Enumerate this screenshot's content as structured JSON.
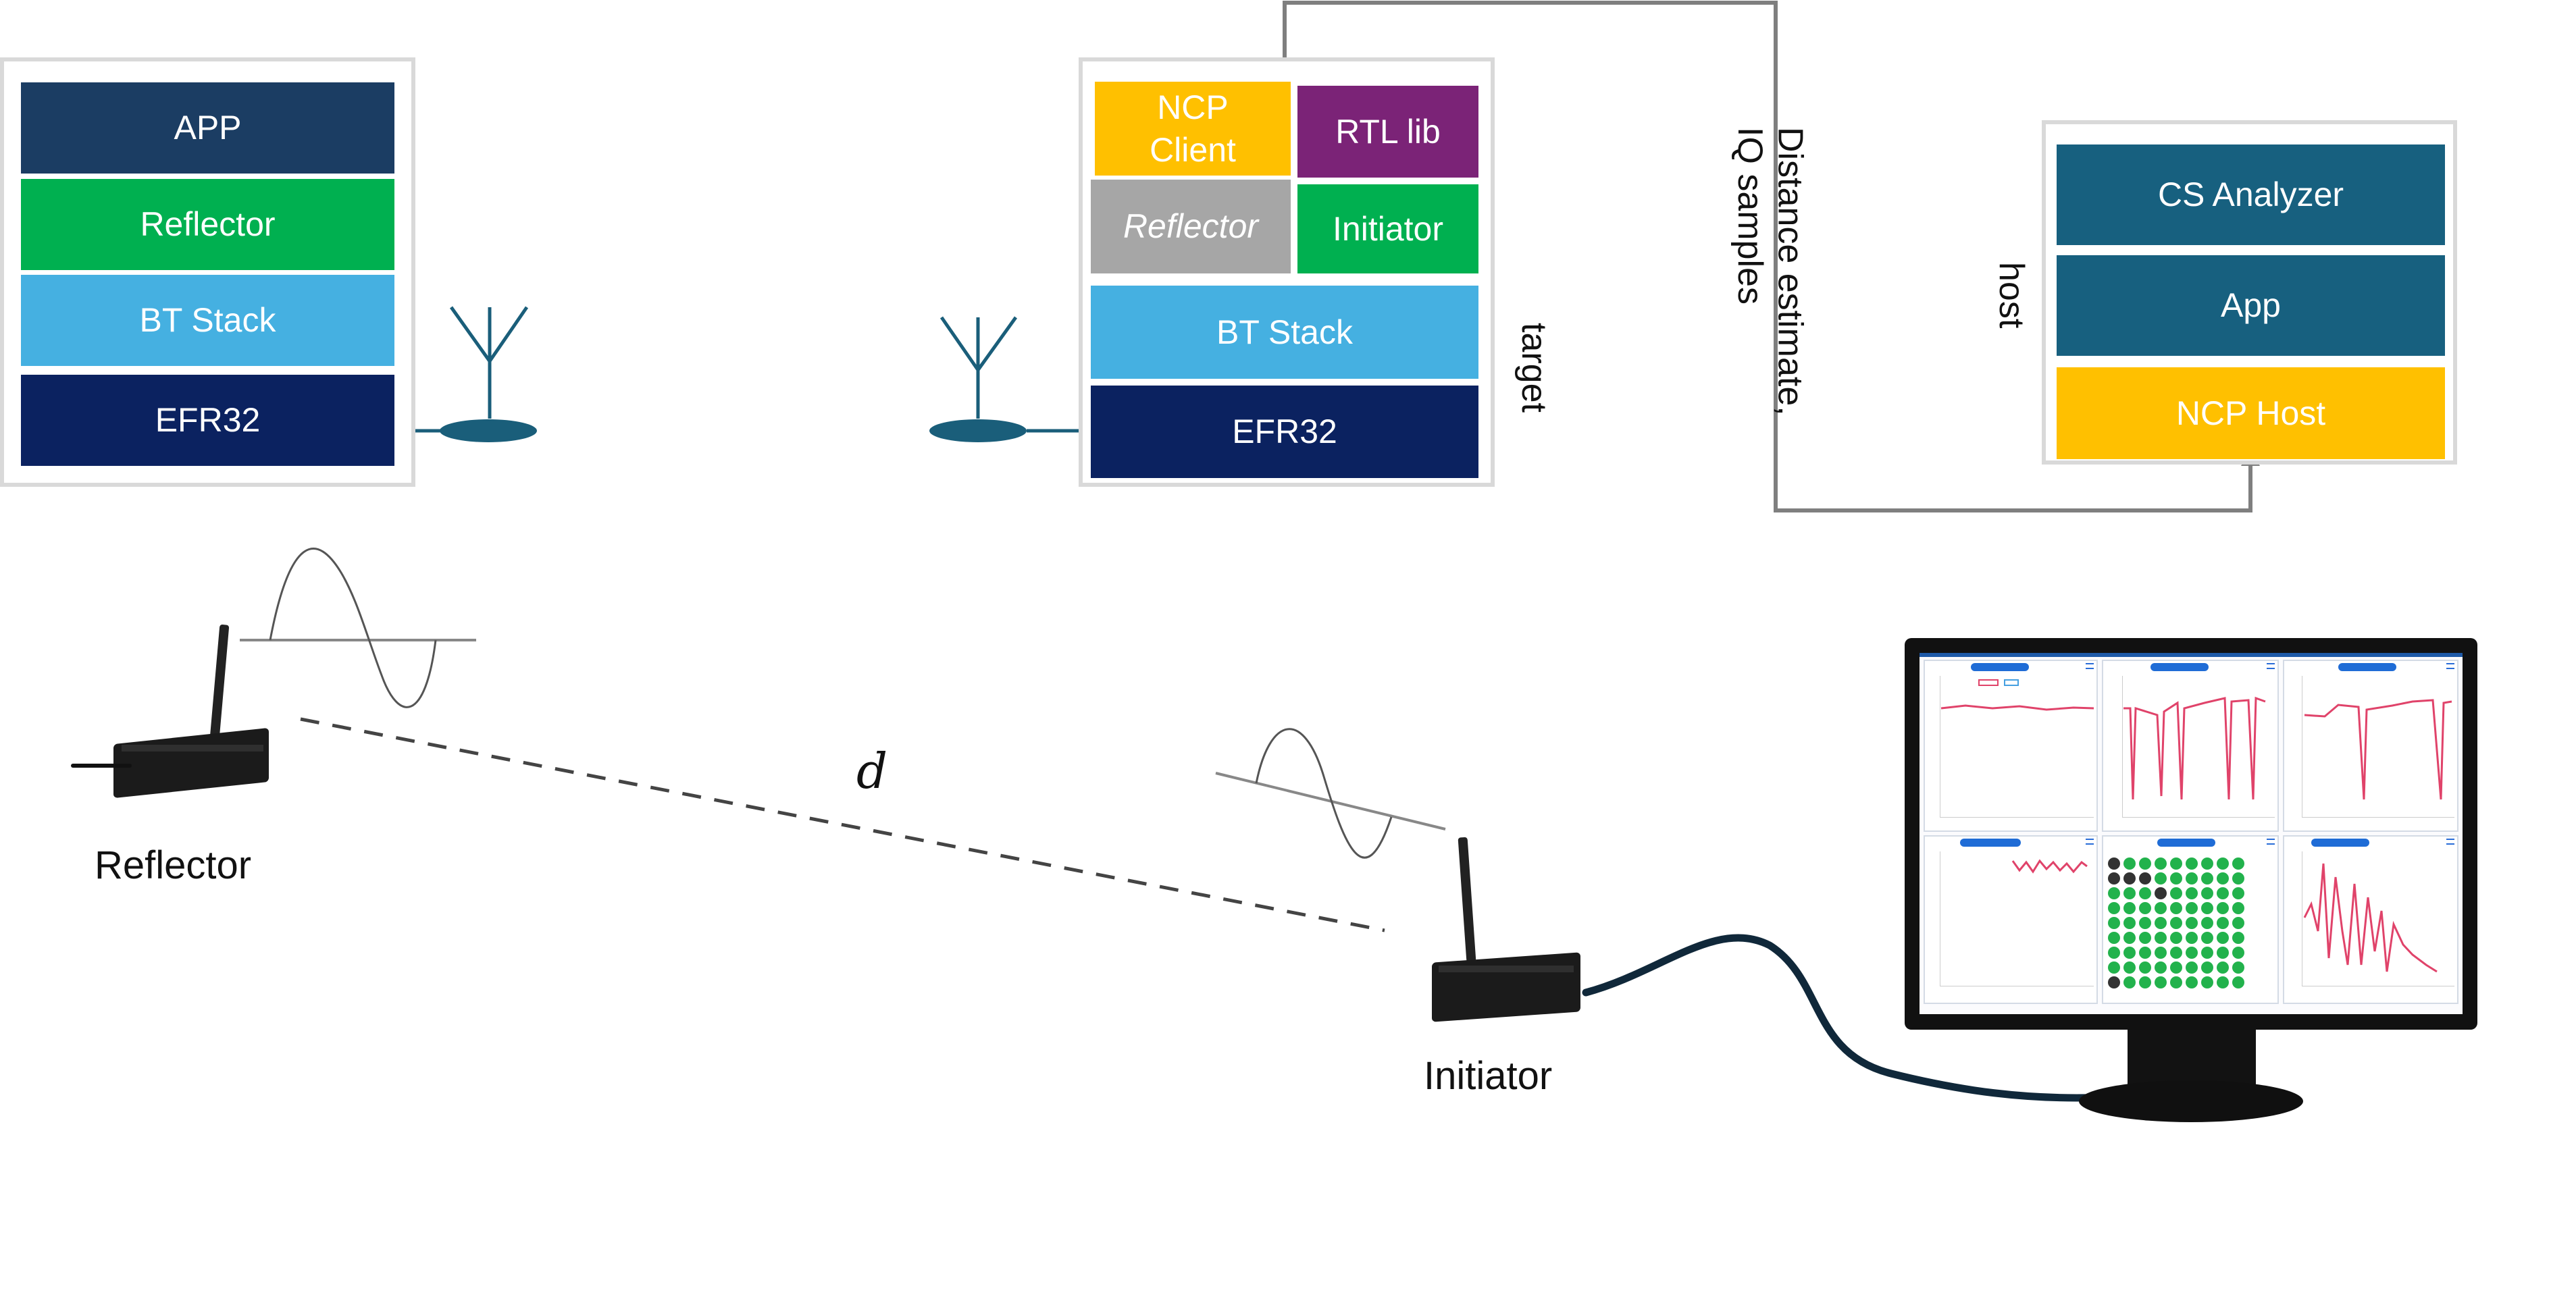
{
  "left_stack": {
    "layers": [
      "APP",
      "Reflector",
      "BT Stack",
      "EFR32"
    ]
  },
  "target_stack": {
    "ncp_client": "NCP\nClient",
    "rtl_lib": "RTL lib",
    "reflector": "Reflector",
    "initiator": "Initiator",
    "bt_stack": "BT Stack",
    "efr32": "EFR32",
    "label": "target"
  },
  "host_stack": {
    "layers": [
      "CS Analyzer",
      "App",
      "NCP Host"
    ],
    "label": "host"
  },
  "link_label": "Distance estimate,\nIQ samples",
  "distance_symbol": "d",
  "captions": {
    "reflector": "Reflector",
    "initiator": "Initiator"
  },
  "colors": {
    "app": "#1b3d63",
    "efr32": "#0b2260",
    "green": "#00b050",
    "bt_stack": "#45b0e1",
    "yellow": "#ffc000",
    "rtl_lib": "#7b2377",
    "reflector_gray": "#a6a6a6",
    "host_teal": "#17607f",
    "antenna": "#1a5e7a",
    "plot_line": "#e0436a"
  },
  "icons": [
    "antenna-icon",
    "sine-wave-icon",
    "dev-board-icon",
    "monitor-icon",
    "cable-icon"
  ]
}
